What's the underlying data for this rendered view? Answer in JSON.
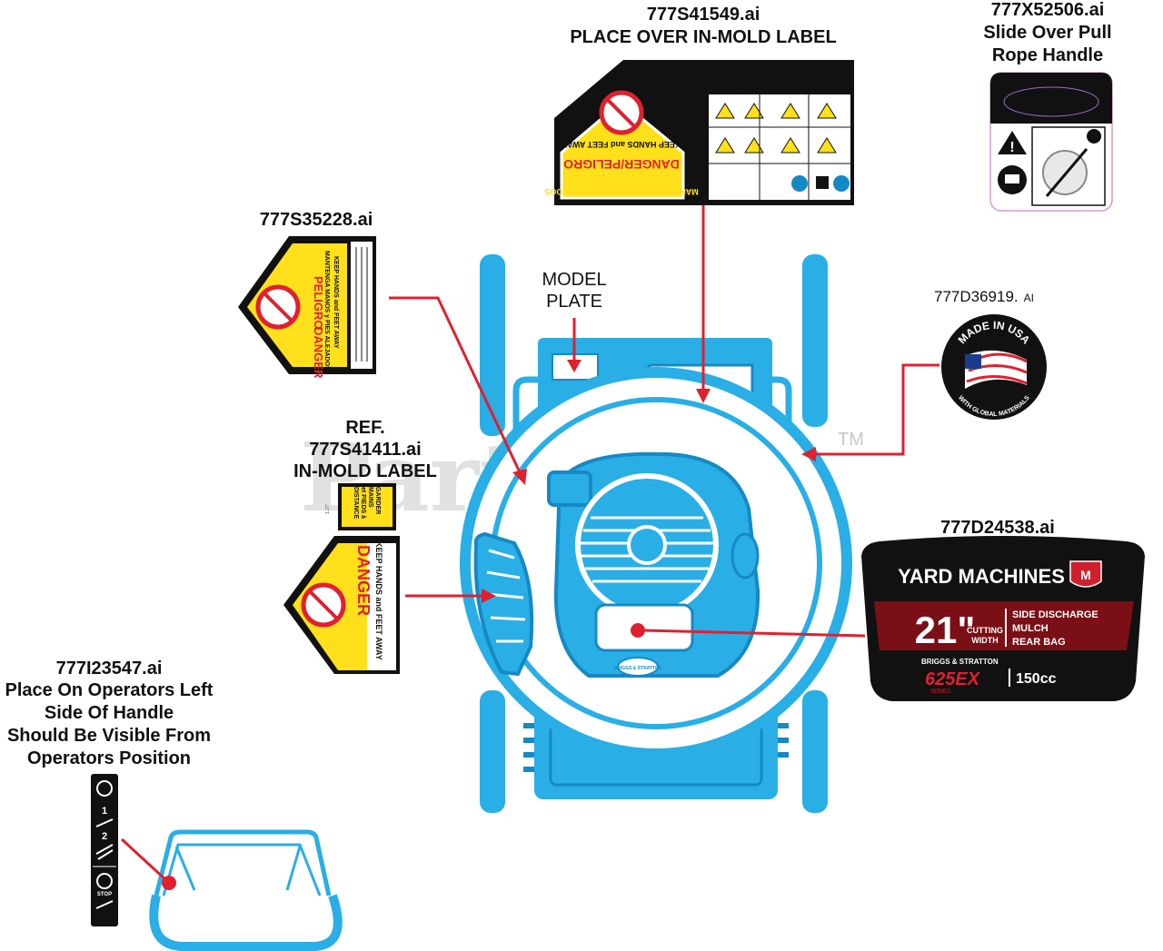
{
  "watermark": {
    "text": "PartsTree",
    "tm": "TM"
  },
  "labels": {
    "top_center": {
      "part": "777S41549.ai",
      "note": "PLACE OVER IN-MOLD LABEL",
      "sticker": {
        "danger": "DANGER/PELIGRO",
        "keep": "KEEP HANDS and FEET AWAY",
        "spanish": "MANTENGA MANOS y PIES ALEJADOS"
      }
    },
    "top_right": {
      "part": "777X52506.ai",
      "note_line1": "Slide Over Pull",
      "note_line2": "Rope Handle"
    },
    "left_upper": {
      "part": "777S35228.ai",
      "sticker": {
        "peligro": "PELIGRO",
        "danger": "DANGER",
        "spanish": "MANTENGA MANOS y PIES ALEJADOS",
        "keep": "KEEP HANDS and FEET AWAY"
      }
    },
    "model_plate": {
      "line1": "MODEL",
      "line2": "PLATE"
    },
    "made_in_usa": {
      "part": "777D36919.",
      "ext": "AI",
      "top": "MADE IN USA",
      "bottom": "WITH GLOBAL MATERIALS"
    },
    "ref_inmold": {
      "line1": "REF.",
      "line2": "777S41411.ai",
      "line3": "IN-MOLD LABEL",
      "sticker": {
        "garder1": "GARDER",
        "garder2": "MAINS",
        "garder3": "et PIEDS à",
        "garder4": "DISTANCE",
        "dim": "1.27\"",
        "danger": "DANGER",
        "keep": "KEEP HANDS and FEET AWAY"
      }
    },
    "yard_machines": {
      "part": "777D24538.ai",
      "brand": "YARD MACHINES",
      "size": "21\"",
      "cutting": "CUTTING",
      "width": "WIDTH",
      "opt1": "SIDE DISCHARGE",
      "opt2": "MULCH",
      "opt3": "REAR BAG",
      "engine_brand": "BRIGGS & STRATTON",
      "series": "625EX",
      "series_sub": "SERIES",
      "cc": "150cc"
    },
    "operator": {
      "part": "777I23547.ai",
      "line1": "Place On Operators Left",
      "line2": "Side Of Handle",
      "line3": "Should Be Visible From",
      "line4": "Operators Position",
      "sticker": {
        "n1": "1",
        "n2": "2",
        "stop": "STOP"
      }
    }
  },
  "engine_badge": "BRIGGS & STRATTON",
  "colors": {
    "mower_blue": "#29aee6",
    "mower_outline": "#1589c4",
    "arrow_red": "#e0202f",
    "warn_yellow": "#ffe01a",
    "dark": "#111111"
  }
}
